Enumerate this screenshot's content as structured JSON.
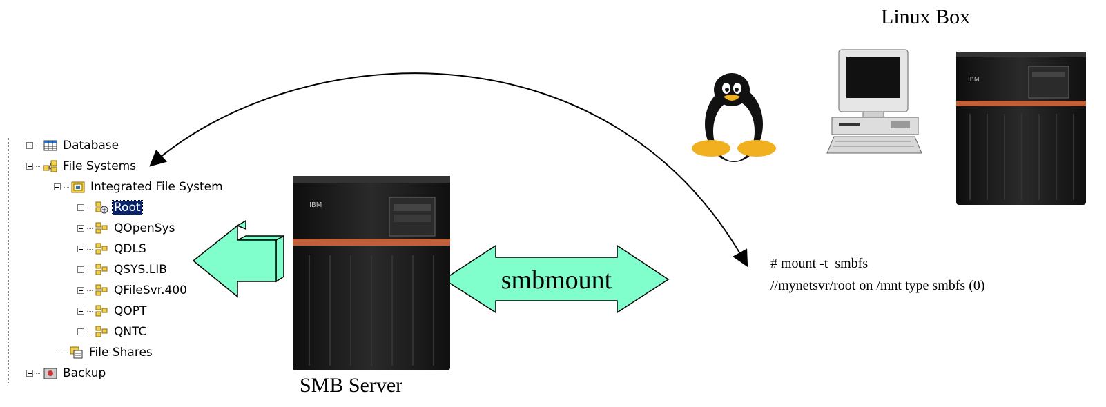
{
  "labels": {
    "linux_box": "Linux Box",
    "smb_server": "SMB Server",
    "smbmount": "smbmount"
  },
  "command": {
    "line1": "# mount -t  smbfs",
    "line2": "//mynetsvr/root on /mnt type smbfs (0)"
  },
  "tree": {
    "items": [
      {
        "label": "Database",
        "icon": "database-icon"
      },
      {
        "label": "File Systems",
        "icon": "file-systems-icon"
      },
      {
        "label": "Integrated File System",
        "icon": "integrated-file-system-icon"
      },
      {
        "label": "Root",
        "icon": "root-folder-icon",
        "selected": true
      },
      {
        "label": "QOpenSys",
        "icon": "folder-icon"
      },
      {
        "label": "QDLS",
        "icon": "folder-icon"
      },
      {
        "label": "QSYS.LIB",
        "icon": "folder-icon"
      },
      {
        "label": "QFileSvr.400",
        "icon": "folder-icon"
      },
      {
        "label": "QOPT",
        "icon": "folder-icon"
      },
      {
        "label": "QNTC",
        "icon": "folder-icon"
      },
      {
        "label": "File Shares",
        "icon": "file-shares-icon"
      },
      {
        "label": "Backup",
        "icon": "backup-icon"
      }
    ]
  },
  "colors": {
    "arrow_fill": "#80ffcc",
    "selection": "#0a246a",
    "server_body": "#1a1a1a",
    "server_accent": "#c0603a"
  }
}
